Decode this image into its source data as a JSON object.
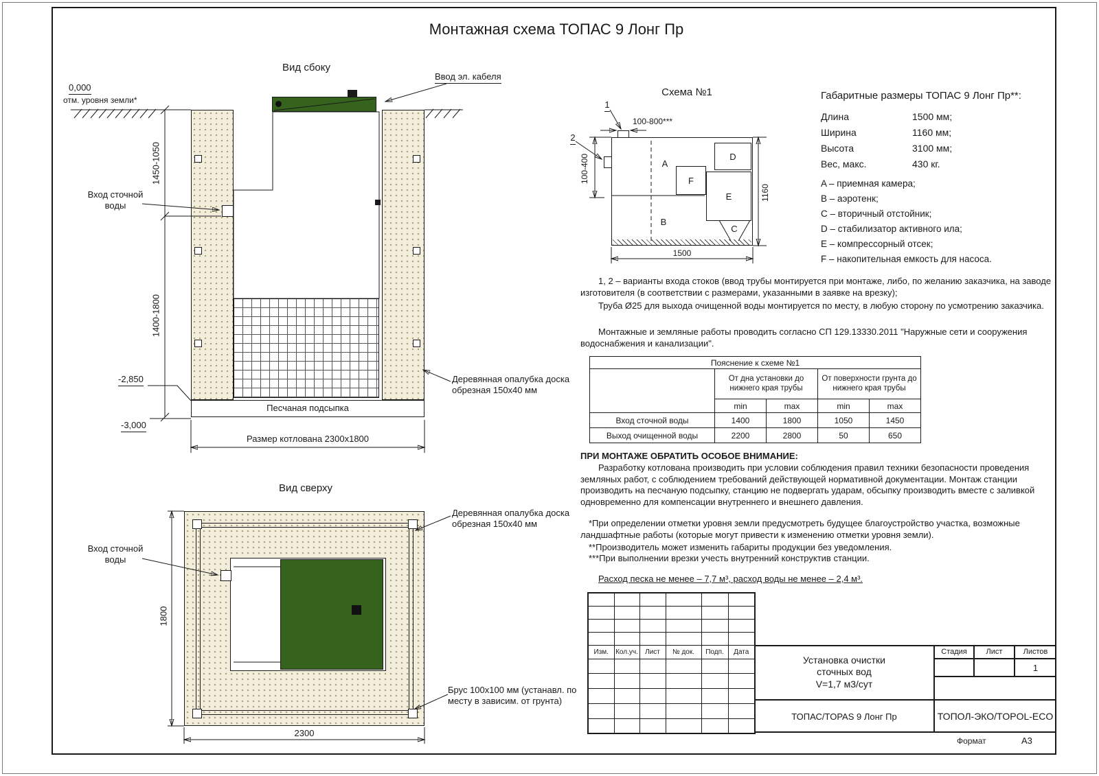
{
  "colors": {
    "lid_green": "#35621c",
    "backfill_beige": "#f3eedc"
  },
  "title": "Монтажная схема ТОПАС 9 Лонг Пр",
  "side_view": {
    "label": "Вид сбоку",
    "level_zero": "0,000",
    "level_zero_note": "отм. уровня земли*",
    "cable_label": "Ввод эл. кабеля",
    "inlet_label": "Вход сточной воды",
    "dim_upper": "1450-1050",
    "dim_lower": "1400-1800",
    "level_2850": "-2,850",
    "level_3000": "-3,000",
    "sand_label": "Песчаная подсыпка",
    "formwork_label": "Деревянная опалубка доска обрезная 150х40 мм",
    "pit_dim": "Размер котлована 2300х1800"
  },
  "top_view": {
    "label": "Вид сверху",
    "inlet_label": "Вход сточной воды",
    "formwork_label": "Деревянная опалубка доска обрезная 150х40 мм",
    "beam_label": "Брус 100х100 мм (устанавл. по месту в зависим. от грунта)",
    "dim_side": "1800",
    "dim_bottom": "2300"
  },
  "scheme": {
    "label": "Схема №1",
    "marker_1": "1",
    "marker_2": "2",
    "dim_top": "100-800***",
    "dim_left": "100-400",
    "dim_right": "1160",
    "dim_bottom": "1500",
    "compartments": [
      "A",
      "B",
      "C",
      "D",
      "E",
      "F"
    ]
  },
  "specs": {
    "title": "Габаритные размеры ТОПАС 9 Лонг Пр**:",
    "rows": [
      {
        "label": "Длина",
        "value": "1500 мм;"
      },
      {
        "label": "Ширина",
        "value": "1160 мм;"
      },
      {
        "label": "Высота",
        "value": "3100 мм;"
      },
      {
        "label": "Вес, макс.",
        "value": "430 кг."
      }
    ],
    "legend": [
      "A – приемная камера;",
      "B – аэротенк;",
      "C – вторичный отстойник;",
      "D – стабилизатор активного ила;",
      "E – компрессорный отсек;",
      "F – накопительная емкость для насоса."
    ]
  },
  "notes": {
    "n1": "1, 2 – варианты входа  стоков (ввод трубы монтируется при монтаже, либо, по желанию заказчика, на заводе изготовителя (в соответствии с размерами, указанными в заявке на врезку);",
    "n2": "Труба Ø25 для выхода очищенной воды монтируется по месту, в любую сторону по усмотрению заказчика.",
    "n3": "Монтажные и земляные работы проводить согласно СП 129.13330.2011 \"Наружные сети и сооружения водоснабжения и канализации\"."
  },
  "table": {
    "title": "Пояснение к схеме №1",
    "group1": "От дна установки до нижнего края трубы",
    "group2": "От поверхности грунта до нижнего края трубы",
    "min": "min",
    "max": "max",
    "rows": [
      {
        "name": "Вход сточной воды",
        "values": [
          "1400",
          "1800",
          "1050",
          "1450"
        ]
      },
      {
        "name": "Выход очищенной воды",
        "values": [
          "2200",
          "2800",
          "50",
          "650"
        ]
      }
    ]
  },
  "attention": {
    "title": "ПРИ МОНТАЖЕ ОБРАТИТЬ ОСОБОЕ ВНИМАНИЕ:",
    "body": "Разработку котлована производить при условии соблюдения правил техники безопасности проведения земляных работ, с соблюдением требований действующей нормативной документации. Монтаж станции производить на песчаную подсыпку, станцию не подвергать ударам, обсыпку производить вместе с заливкой одновременно для компенсации внутреннего и внешнего давления.",
    "footnote1": "*При определении отметки уровня земли предусмотреть будущее благоустройство участка, возможные ландшафтные работы (которые могут привести к изменению отметки уровня земли).",
    "footnote2": "**Производитель может изменить габариты продукции без уведомления.",
    "footnote3": "***При выполнении врезки учесть внутренний конструктив станции.",
    "consumption": "Расход песка не менее – 7,7 м³, расход воды не менее – 2,4 м³."
  },
  "stamp": {
    "cols": [
      "Изм.",
      "Кол.уч.",
      "Лист",
      "№ док.",
      "Подп.",
      "Дата"
    ],
    "project_line1": "Установка очистки",
    "project_line2": "сточных вод",
    "project_line3": "V=1,7 м3/сут",
    "stage": "Стадия",
    "sheet": "Лист",
    "sheets": "Листов",
    "sheets_value": "1",
    "model": "ТОПАС/TOPAS 9 Лонг Пр",
    "company": "ТОПОЛ-ЭКО/TOPOL-ECO",
    "format_label": "Формат",
    "format_value": "А3"
  }
}
